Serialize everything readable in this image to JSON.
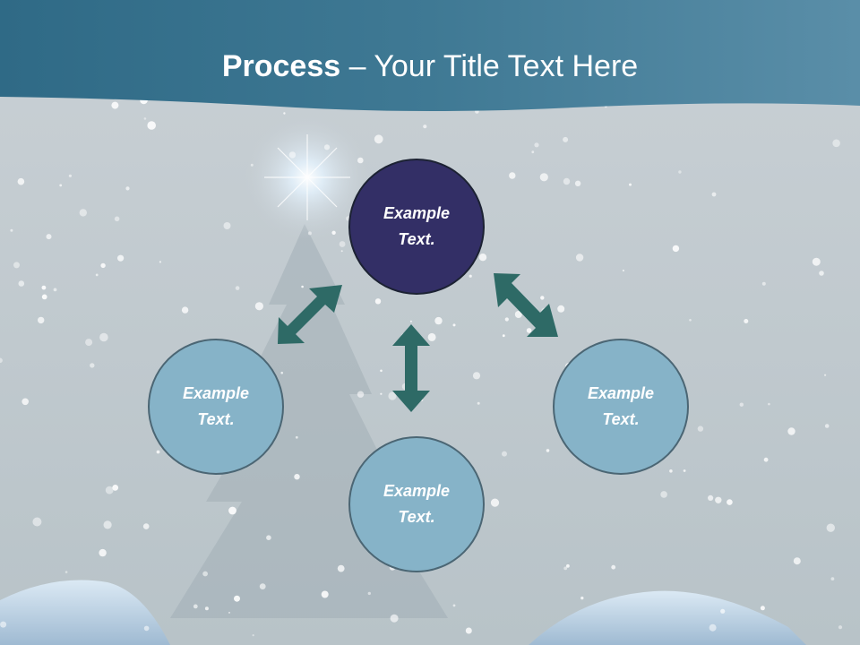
{
  "slide": {
    "title_bold": "Process",
    "title_rest": " – Your Title Text Here"
  },
  "circles": {
    "top": "Example\nText.",
    "left": "Example\nText.",
    "bottom": "Example\nText.",
    "right": "Example\nText."
  },
  "colors": {
    "header": "#3d7690",
    "dark_circle": "#332f66",
    "light_circle": "#86b3c8",
    "arrow": "#2e6a66",
    "background": "#c2c9ce"
  },
  "icons": [
    "double-headed-arrow"
  ]
}
